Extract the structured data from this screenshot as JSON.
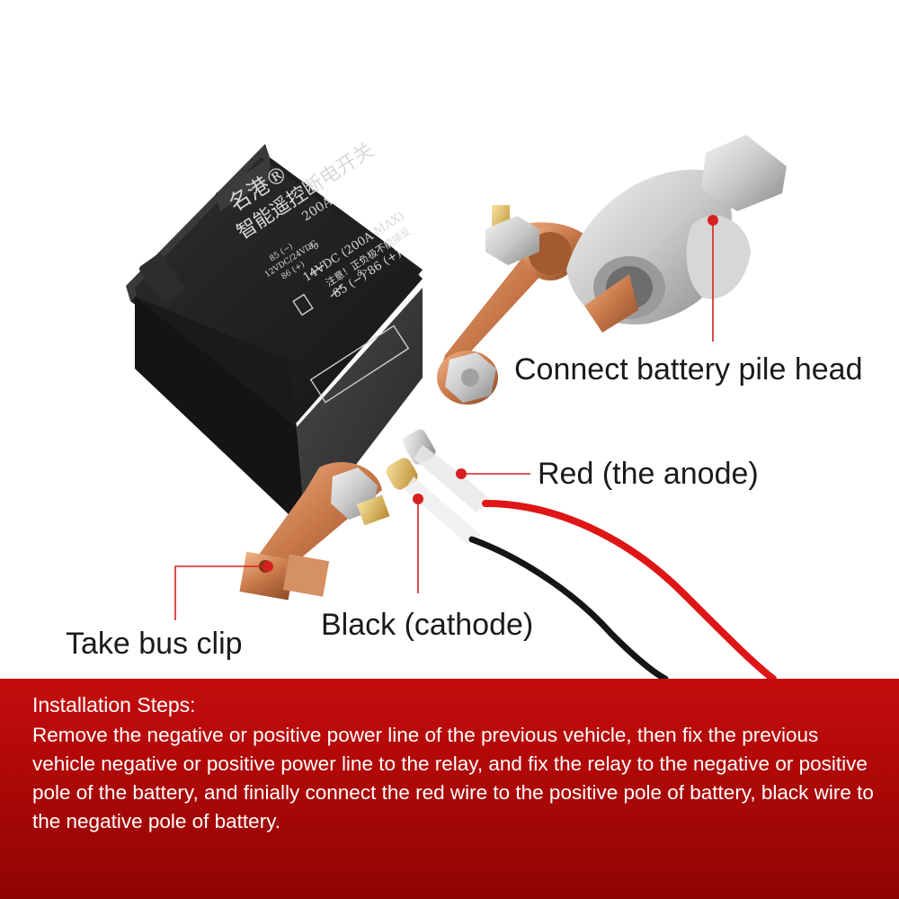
{
  "callouts": {
    "battery_head": "Connect battery pile head",
    "red_wire": "Red (the anode)",
    "black_wire": "Black (cathode)",
    "bus_clip": "Take bus clip"
  },
  "relay_markings": {
    "brand": "名港®",
    "name": "智能遥控断电开关",
    "rating": "200A",
    "voltage": "12VDC/24VDC",
    "model_voltage": "14VDC (200A MAX)",
    "pin_85": "85 (−)",
    "pin_86": "86 (+)",
    "pin_30": "30",
    "pin_87": "87",
    "warning": "注意！正负极不能接反",
    "bottom_pins": "85 (−)   86 (+)"
  },
  "banner": {
    "title": "Installation Steps:",
    "body": "Remove the negative or positive power line of the previous vehicle, then fix the previous vehicle negative or positive power line to the relay, and fix the relay to the negative or positive pole of the battery, and finially connect the red wire to the positive pole of battery, black wire to the negative pole of battery."
  },
  "colors": {
    "banner": "#b10808",
    "callout_line": "#d62020",
    "relay_body": "#2b2b2b",
    "copper": "#c8784a",
    "red_wire": "#e01515",
    "black_wire": "#151515"
  }
}
